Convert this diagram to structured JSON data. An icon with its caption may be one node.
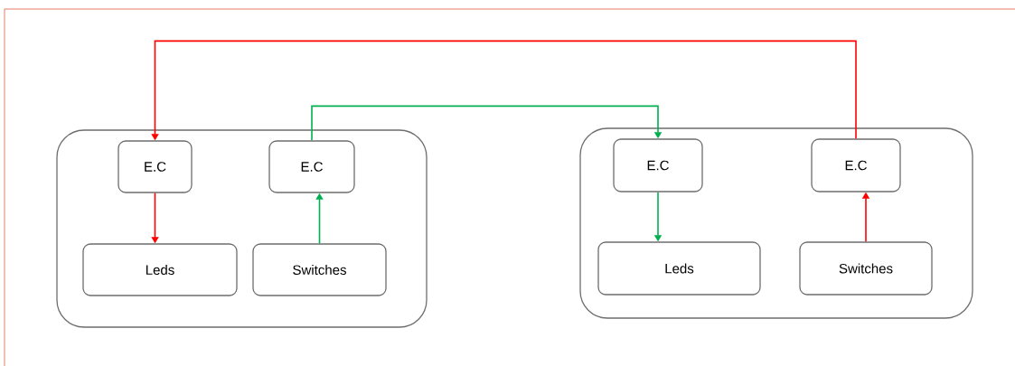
{
  "diagram": {
    "nodes": [
      {
        "text": [],
        "shape": "box"
      },
      {
        "text": [
          "E.C"
        ],
        "in": 0
      },
      {
        "text": [
          "E.C"
        ],
        "in": 0
      },
      {
        "text": [
          "Leds"
        ],
        "in": 0
      },
      {
        "text": [
          "Switches"
        ],
        "in": 0
      },
      {
        "text": [],
        "shape": "box"
      },
      {
        "text": [
          "E.C"
        ],
        "in": 5
      },
      {
        "text": [
          "E.C"
        ],
        "in": 5
      },
      {
        "text": [
          "Leds"
        ],
        "in": 5
      },
      {
        "text": [
          "Switches"
        ],
        "in": 5
      }
    ],
    "edges": [
      {
        "from": 7,
        "to": 1,
        "arrow": "to",
        "color": "#ff0000"
      },
      {
        "from": 1,
        "to": 3,
        "arrow": "to",
        "color": "#ff0000"
      },
      {
        "from": 4,
        "to": 2,
        "arrow": "to",
        "color": "#00b050"
      },
      {
        "from": 2,
        "to": 6,
        "arrow": "to",
        "color": "#00b050"
      },
      {
        "from": 6,
        "to": 8,
        "arrow": "to",
        "color": "#00b050"
      },
      {
        "from": 9,
        "to": 7,
        "arrow": "to",
        "color": "#ff0000"
      }
    ]
  }
}
